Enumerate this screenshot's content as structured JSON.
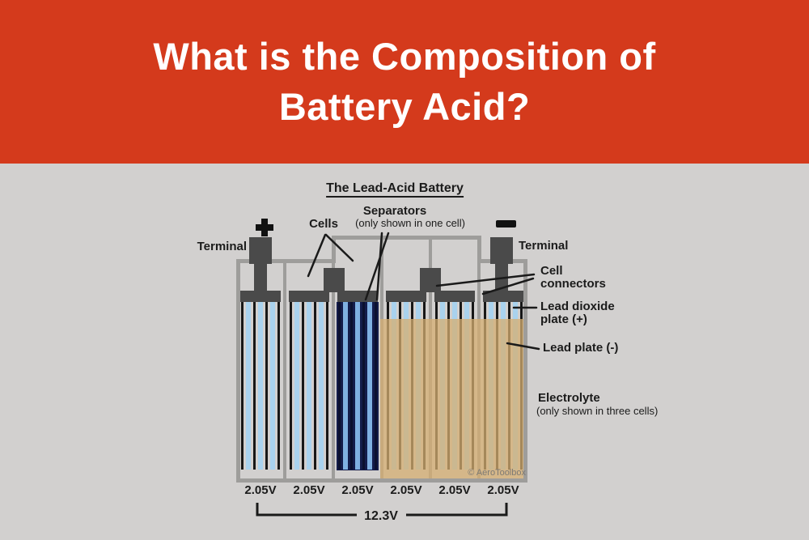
{
  "header": {
    "title_line1": "What is the Composition of",
    "title_line2": "Battery Acid?"
  },
  "diagram": {
    "title": "The Lead-Acid Battery",
    "labels": {
      "terminal_left": "Terminal",
      "terminal_right": "Terminal",
      "cells": "Cells",
      "separators": "Separators",
      "separators_note": "(only shown in one cell)",
      "cell_connectors": "Cell connectors",
      "lead_dioxide_plate": "Lead dioxide plate (+)",
      "lead_plate": "Lead plate (-)",
      "electrolyte": "Electrolyte",
      "electrolyte_note": "(only shown in three cells)",
      "watermark": "© AeroToolbox",
      "total_voltage": "12.3V"
    },
    "icons": {
      "positive_terminal_symbol": "+",
      "negative_terminal_symbol": "−"
    },
    "cells": [
      {
        "voltage": "2.05V",
        "separators": false,
        "electrolyte": false
      },
      {
        "voltage": "2.05V",
        "separators": false,
        "electrolyte": false
      },
      {
        "voltage": "2.05V",
        "separators": true,
        "electrolyte": false
      },
      {
        "voltage": "2.05V",
        "separators": false,
        "electrolyte": true
      },
      {
        "voltage": "2.05V",
        "separators": false,
        "electrolyte": true
      },
      {
        "voltage": "2.05V",
        "separators": false,
        "electrolyte": true
      }
    ]
  },
  "colors": {
    "header_bg": "#d43a1c",
    "header_text": "#ffffff",
    "background": "#d2d0cf",
    "case_gray": "#9e9d9b",
    "hardware_gray": "#4a4a4a",
    "plate_black": "#171717",
    "plate_blue": "#a9d2ee",
    "separator_navy": "#131b4a",
    "separator_plate_blue": "#7fb0e2",
    "separator_plate_black": "#0b102f",
    "electrolyte_tan": "rgba(213,175,113,0.75)",
    "text": "#1b1b1b"
  }
}
